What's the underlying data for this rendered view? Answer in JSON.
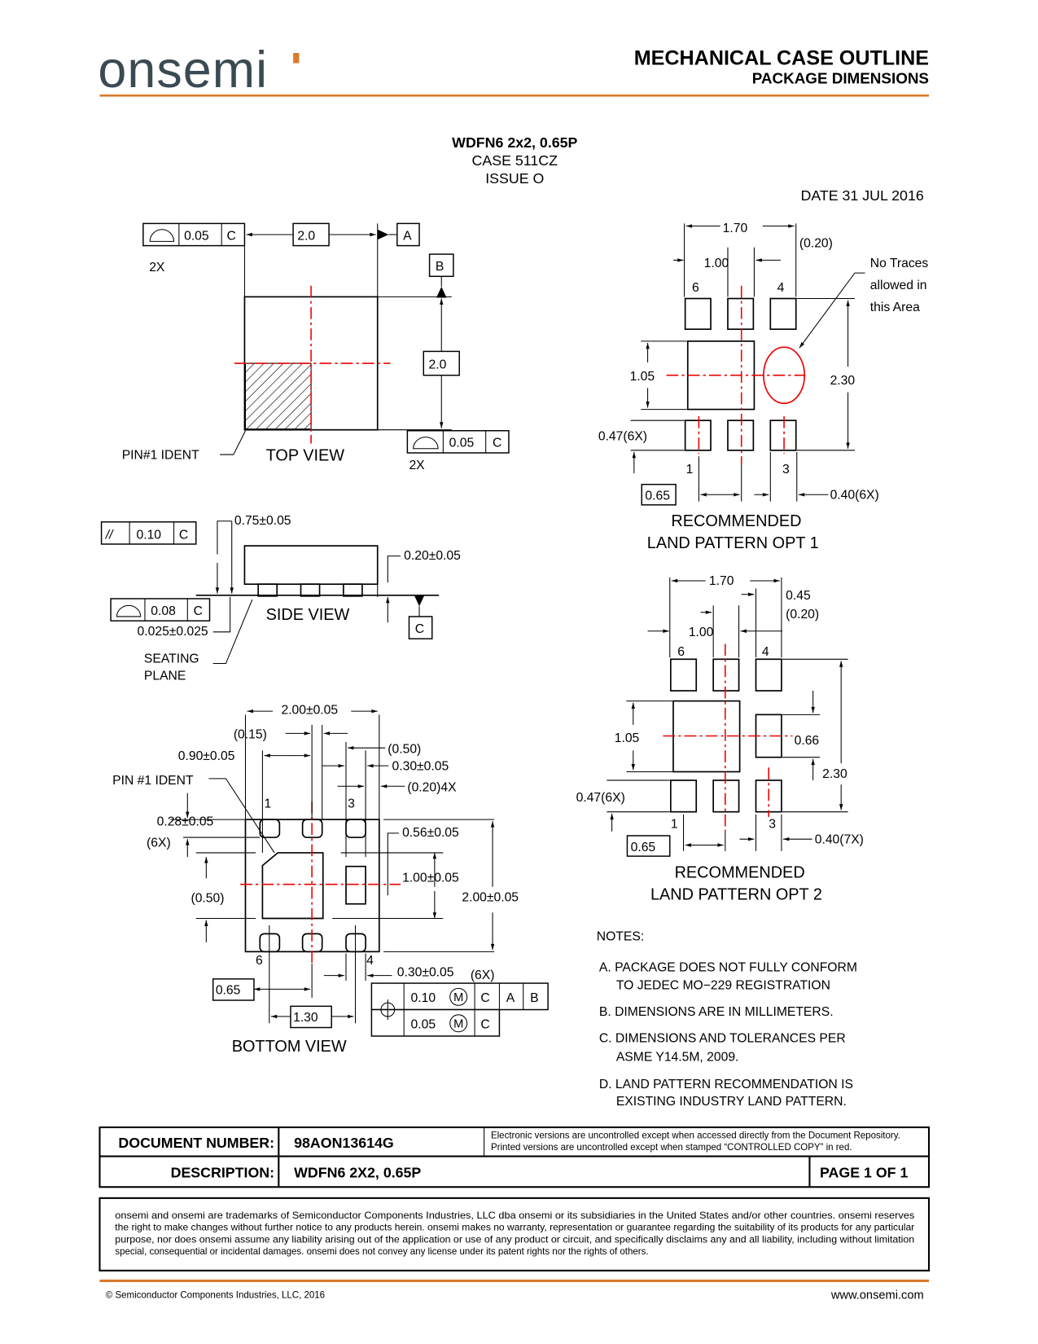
{
  "header": {
    "logo": "onsemi",
    "title": "MECHANICAL CASE OUTLINE",
    "subtitle": "PACKAGE DIMENSIONS",
    "brand_color": "#3b4a52",
    "accent_color": "#d97a2b"
  },
  "package": {
    "name": "WDFN6 2x2, 0.65P",
    "case": "CASE 511CZ",
    "issue": "ISSUE O",
    "date": "DATE 31 JUL 2016"
  },
  "top_view": {
    "fcf1_value": "0.05",
    "fcf1_datum": "C",
    "fcf1_count": "2X",
    "dim_width": "2.0",
    "datum_a": "A",
    "datum_b": "B",
    "dim_height": "2.0",
    "fcf2_value": "0.05",
    "fcf2_datum": "C",
    "fcf2_count": "2X",
    "pin1": "PIN#1 IDENT",
    "title": "TOP VIEW"
  },
  "side_view": {
    "parallel_symbol": "//",
    "fcf1_value": "0.10",
    "fcf1_datum": "C",
    "height": "0.75±0.05",
    "lead_thickness": "0.20±0.05",
    "fcf2_value": "0.08",
    "fcf2_datum": "C",
    "standoff": "0.025±0.025",
    "title": "SIDE VIEW",
    "datum_c": "C",
    "seating_1": "SEATING",
    "seating_2": "PLANE"
  },
  "bottom_view": {
    "width": "2.00±0.05",
    "d015": "(0.15)",
    "d090": "0.90±0.05",
    "d050a": "(0.50)",
    "d030": "0.30±0.05",
    "d020": "(0.20)4X",
    "pin1": "PIN #1 IDENT",
    "pin_1": "1",
    "pin_3": "3",
    "d028": "0.28±0.05",
    "d6x": "(6X)",
    "d056": "0.56±0.05",
    "d100": "1.00±0.05",
    "height": "2.00±0.05",
    "d050b": "(0.50)",
    "pin_6": "6",
    "pin_4": "4",
    "lead_w": "0.30±0.05",
    "lead_count": "(6X)",
    "pitch": "0.65",
    "pitch2": "1.30",
    "title": "BOTTOM VIEW",
    "fcf": {
      "r1_value": "0.10",
      "r1_mod": "M",
      "r1_d1": "C",
      "r1_d2": "A",
      "r1_d3": "B",
      "r2_value": "0.05",
      "r2_mod": "M",
      "r2_d1": "C"
    }
  },
  "land1": {
    "d170": "1.70",
    "d020": "(0.20)",
    "d100": "1.00",
    "pin_6": "6",
    "pin_4": "4",
    "d105": "1.05",
    "d230": "2.30",
    "d047": "0.47(6X)",
    "pin_1": "1",
    "pin_3": "3",
    "pitch": "0.65",
    "d040": "0.40(6X)",
    "note_1": "No Traces",
    "note_2": "allowed in",
    "note_3": "this Area",
    "title_1": "RECOMMENDED",
    "title_2": "LAND PATTERN OPT 1"
  },
  "land2": {
    "d170": "1.70",
    "d045": "0.45",
    "d020": "(0.20)",
    "d100": "1.00",
    "pin_6": "6",
    "pin_4": "4",
    "d105": "1.05",
    "d066": "0.66",
    "d230": "2.30",
    "d047": "0.47(6X)",
    "pin_1": "1",
    "pin_3": "3",
    "pitch": "0.65",
    "d040": "0.40(7X)",
    "title_1": "RECOMMENDED",
    "title_2": "LAND PATTERN OPT 2"
  },
  "notes": {
    "heading": "NOTES:",
    "lines": [
      "A.  PACKAGE DOES NOT FULLY CONFORM",
      "TO JEDEC MO−229 REGISTRATION",
      "B.  DIMENSIONS ARE IN MILLIMETERS.",
      "C.  DIMENSIONS AND TOLERANCES PER",
      "ASME Y14.5M, 2009.",
      "D.  LAND PATTERN RECOMMENDATION IS",
      "EXISTING INDUSTRY LAND PATTERN."
    ]
  },
  "doc_table": {
    "doc_number_label": "DOCUMENT NUMBER:",
    "doc_number": "98AON13614G",
    "disclaimer_1": "Electronic versions are uncontrolled except when accessed directly from the Document Repository.",
    "disclaimer_2": "Printed  versions are uncontrolled  except when stamped  “CONTROLLED COPY” in red.",
    "description_label": "DESCRIPTION:",
    "description": "WDFN6 2X2, 0.65P",
    "page": "PAGE 1 OF 1"
  },
  "legal": {
    "lines": [
      "onsemi and onsemi are trademarks of Semiconductor Components Industries, LLC dba onsemi or its subsidiaries in the United States and/or other countries. onsemi reserves",
      "the right to make changes without further notice to any products herein. onsemi makes no warranty, representation or guarantee regarding the suitability of its products for any particular",
      "purpose, nor does onsemi assume any liability arising out of the application or use of any product or circuit, and specifically disclaims any and all liability, including without limitation",
      "special, consequential or incidental damages. onsemi does not convey any license under its patent rights nor the rights of others."
    ]
  },
  "footer": {
    "copyright": "©  Semiconductor Components Industries, LLC, 2016",
    "url": "www.onsemi.com"
  }
}
